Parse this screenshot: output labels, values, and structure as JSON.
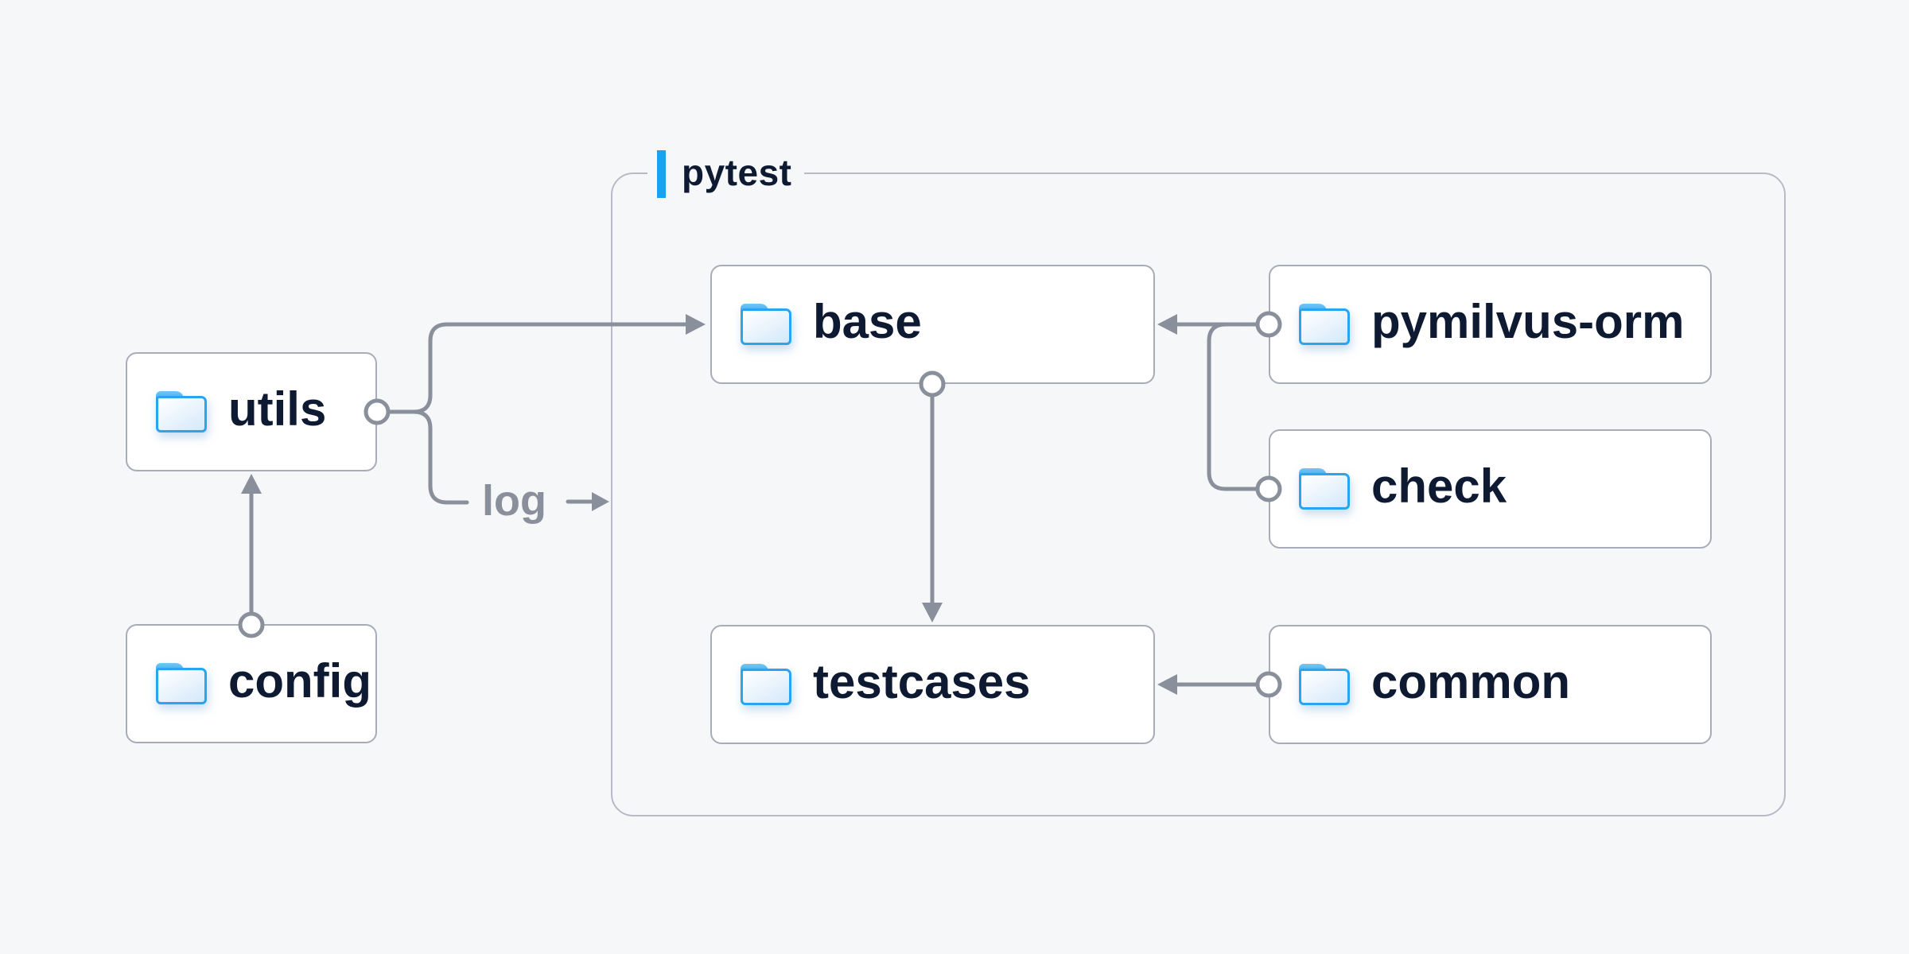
{
  "container": {
    "label": "pytest"
  },
  "nodes": {
    "utils": {
      "label": "utils",
      "icon": "folder-icon"
    },
    "config": {
      "label": "config",
      "icon": "folder-icon"
    },
    "base": {
      "label": "base",
      "icon": "folder-icon"
    },
    "testcases": {
      "label": "testcases",
      "icon": "folder-icon"
    },
    "pymilvus_orm": {
      "label": "pymilvus-orm",
      "icon": "folder-icon"
    },
    "check": {
      "label": "check",
      "icon": "folder-icon"
    },
    "common": {
      "label": "common",
      "icon": "folder-icon"
    }
  },
  "edges": {
    "log_label": "log",
    "list": [
      {
        "from": "config",
        "to": "utils",
        "style": "arrow"
      },
      {
        "from": "utils",
        "to": "base",
        "style": "arrow"
      },
      {
        "from": "utils",
        "to": "log",
        "style": "label-arrow"
      },
      {
        "from": "pymilvus-orm",
        "to": "base",
        "style": "arrow"
      },
      {
        "from": "check",
        "to": "base",
        "style": "arrow, joins pymilvus-orm line"
      },
      {
        "from": "base",
        "to": "testcases",
        "style": "arrow"
      },
      {
        "from": "common",
        "to": "testcases",
        "style": "arrow"
      }
    ]
  },
  "colors": {
    "background": "#f6f7f8",
    "node_fill": "#ffffff",
    "node_border": "#a8acb8",
    "container_border": "#b8bbc7",
    "line": "#8a8f9c",
    "text": "#0d1a31",
    "muted_text": "#8a8f9c",
    "accent": "#17a3ee",
    "folder_stroke": "#29a4ef"
  }
}
